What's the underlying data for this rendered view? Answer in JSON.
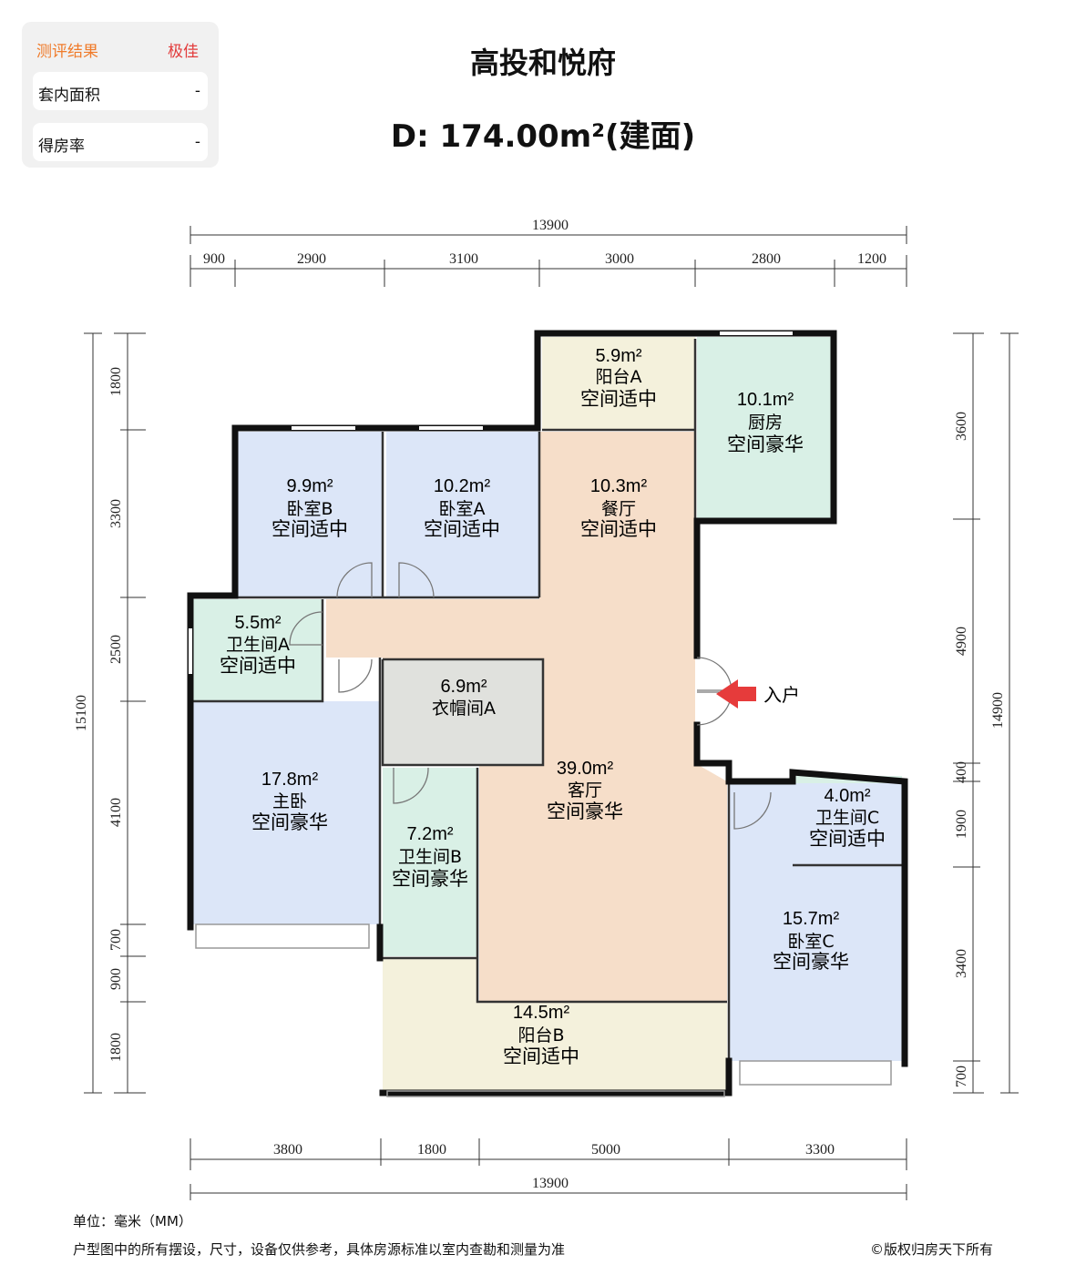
{
  "evaluation": {
    "label": "测评结果",
    "grade": "极佳",
    "rows": [
      {
        "key": "套内面积",
        "value": "-"
      },
      {
        "key": "得房率",
        "value": "-"
      }
    ]
  },
  "project_name": "高投和悦府",
  "unit_title": "D: 174.00m²(建面)",
  "entrance_label": "入户",
  "rooms": [
    {
      "id": "balcony-a",
      "area": "5.9m²",
      "name": "阳台A",
      "eval": "空间适中"
    },
    {
      "id": "kitchen",
      "area": "10.1m²",
      "name": "厨房",
      "eval": "空间豪华"
    },
    {
      "id": "bedroom-b",
      "area": "9.9m²",
      "name": "卧室B",
      "eval": "空间适中"
    },
    {
      "id": "bedroom-a",
      "area": "10.2m²",
      "name": "卧室A",
      "eval": "空间适中"
    },
    {
      "id": "dining",
      "area": "10.3m²",
      "name": "餐厅",
      "eval": "空间适中"
    },
    {
      "id": "bathroom-a",
      "area": "5.5m²",
      "name": "卫生间A",
      "eval": "空间适中"
    },
    {
      "id": "cloakroom-a",
      "area": "6.9m²",
      "name": "衣帽间A",
      "eval": ""
    },
    {
      "id": "living",
      "area": "39.0m²",
      "name": "客厅",
      "eval": "空间豪华"
    },
    {
      "id": "master-bedroom",
      "area": "17.8m²",
      "name": "主卧",
      "eval": "空间豪华"
    },
    {
      "id": "bathroom-b",
      "area": "7.2m²",
      "name": "卫生间B",
      "eval": "空间豪华"
    },
    {
      "id": "bathroom-c",
      "area": "4.0m²",
      "name": "卫生间C",
      "eval": "空间适中"
    },
    {
      "id": "bedroom-c",
      "area": "15.7m²",
      "name": "卧室C",
      "eval": "空间豪华"
    },
    {
      "id": "balcony-b",
      "area": "14.5m²",
      "name": "阳台B",
      "eval": "空间适中"
    }
  ],
  "dimensions": {
    "top_total": "13900",
    "top": [
      "900",
      "2900",
      "3100",
      "3000",
      "2800",
      "1200"
    ],
    "bottom": [
      "3800",
      "1800",
      "5000",
      "3300"
    ],
    "bottom_total": "13900",
    "left_total": "15100",
    "left": [
      "1800",
      "3300",
      "2500",
      "4100",
      "700",
      "900",
      "1800"
    ],
    "right_total": "14900",
    "right": [
      "3600",
      "4900",
      "400",
      "1900",
      "3400",
      "700"
    ]
  },
  "colors": {
    "wall": "#111111",
    "bedroom": "#dce6f8",
    "bathroom": "#d9f0e6",
    "balcony": "#f4f1dc",
    "living": "#f6dec9",
    "cloak": "#e0e1dd",
    "arrow": "#e63b3b"
  },
  "footer": {
    "unit": "单位：毫米（MM）",
    "disclaimer": "户型图中的所有摆设，尺寸，设备仅供参考，具体房源标准以室内查勘和测量为准",
    "copyright": "©版权归房天下所有"
  }
}
